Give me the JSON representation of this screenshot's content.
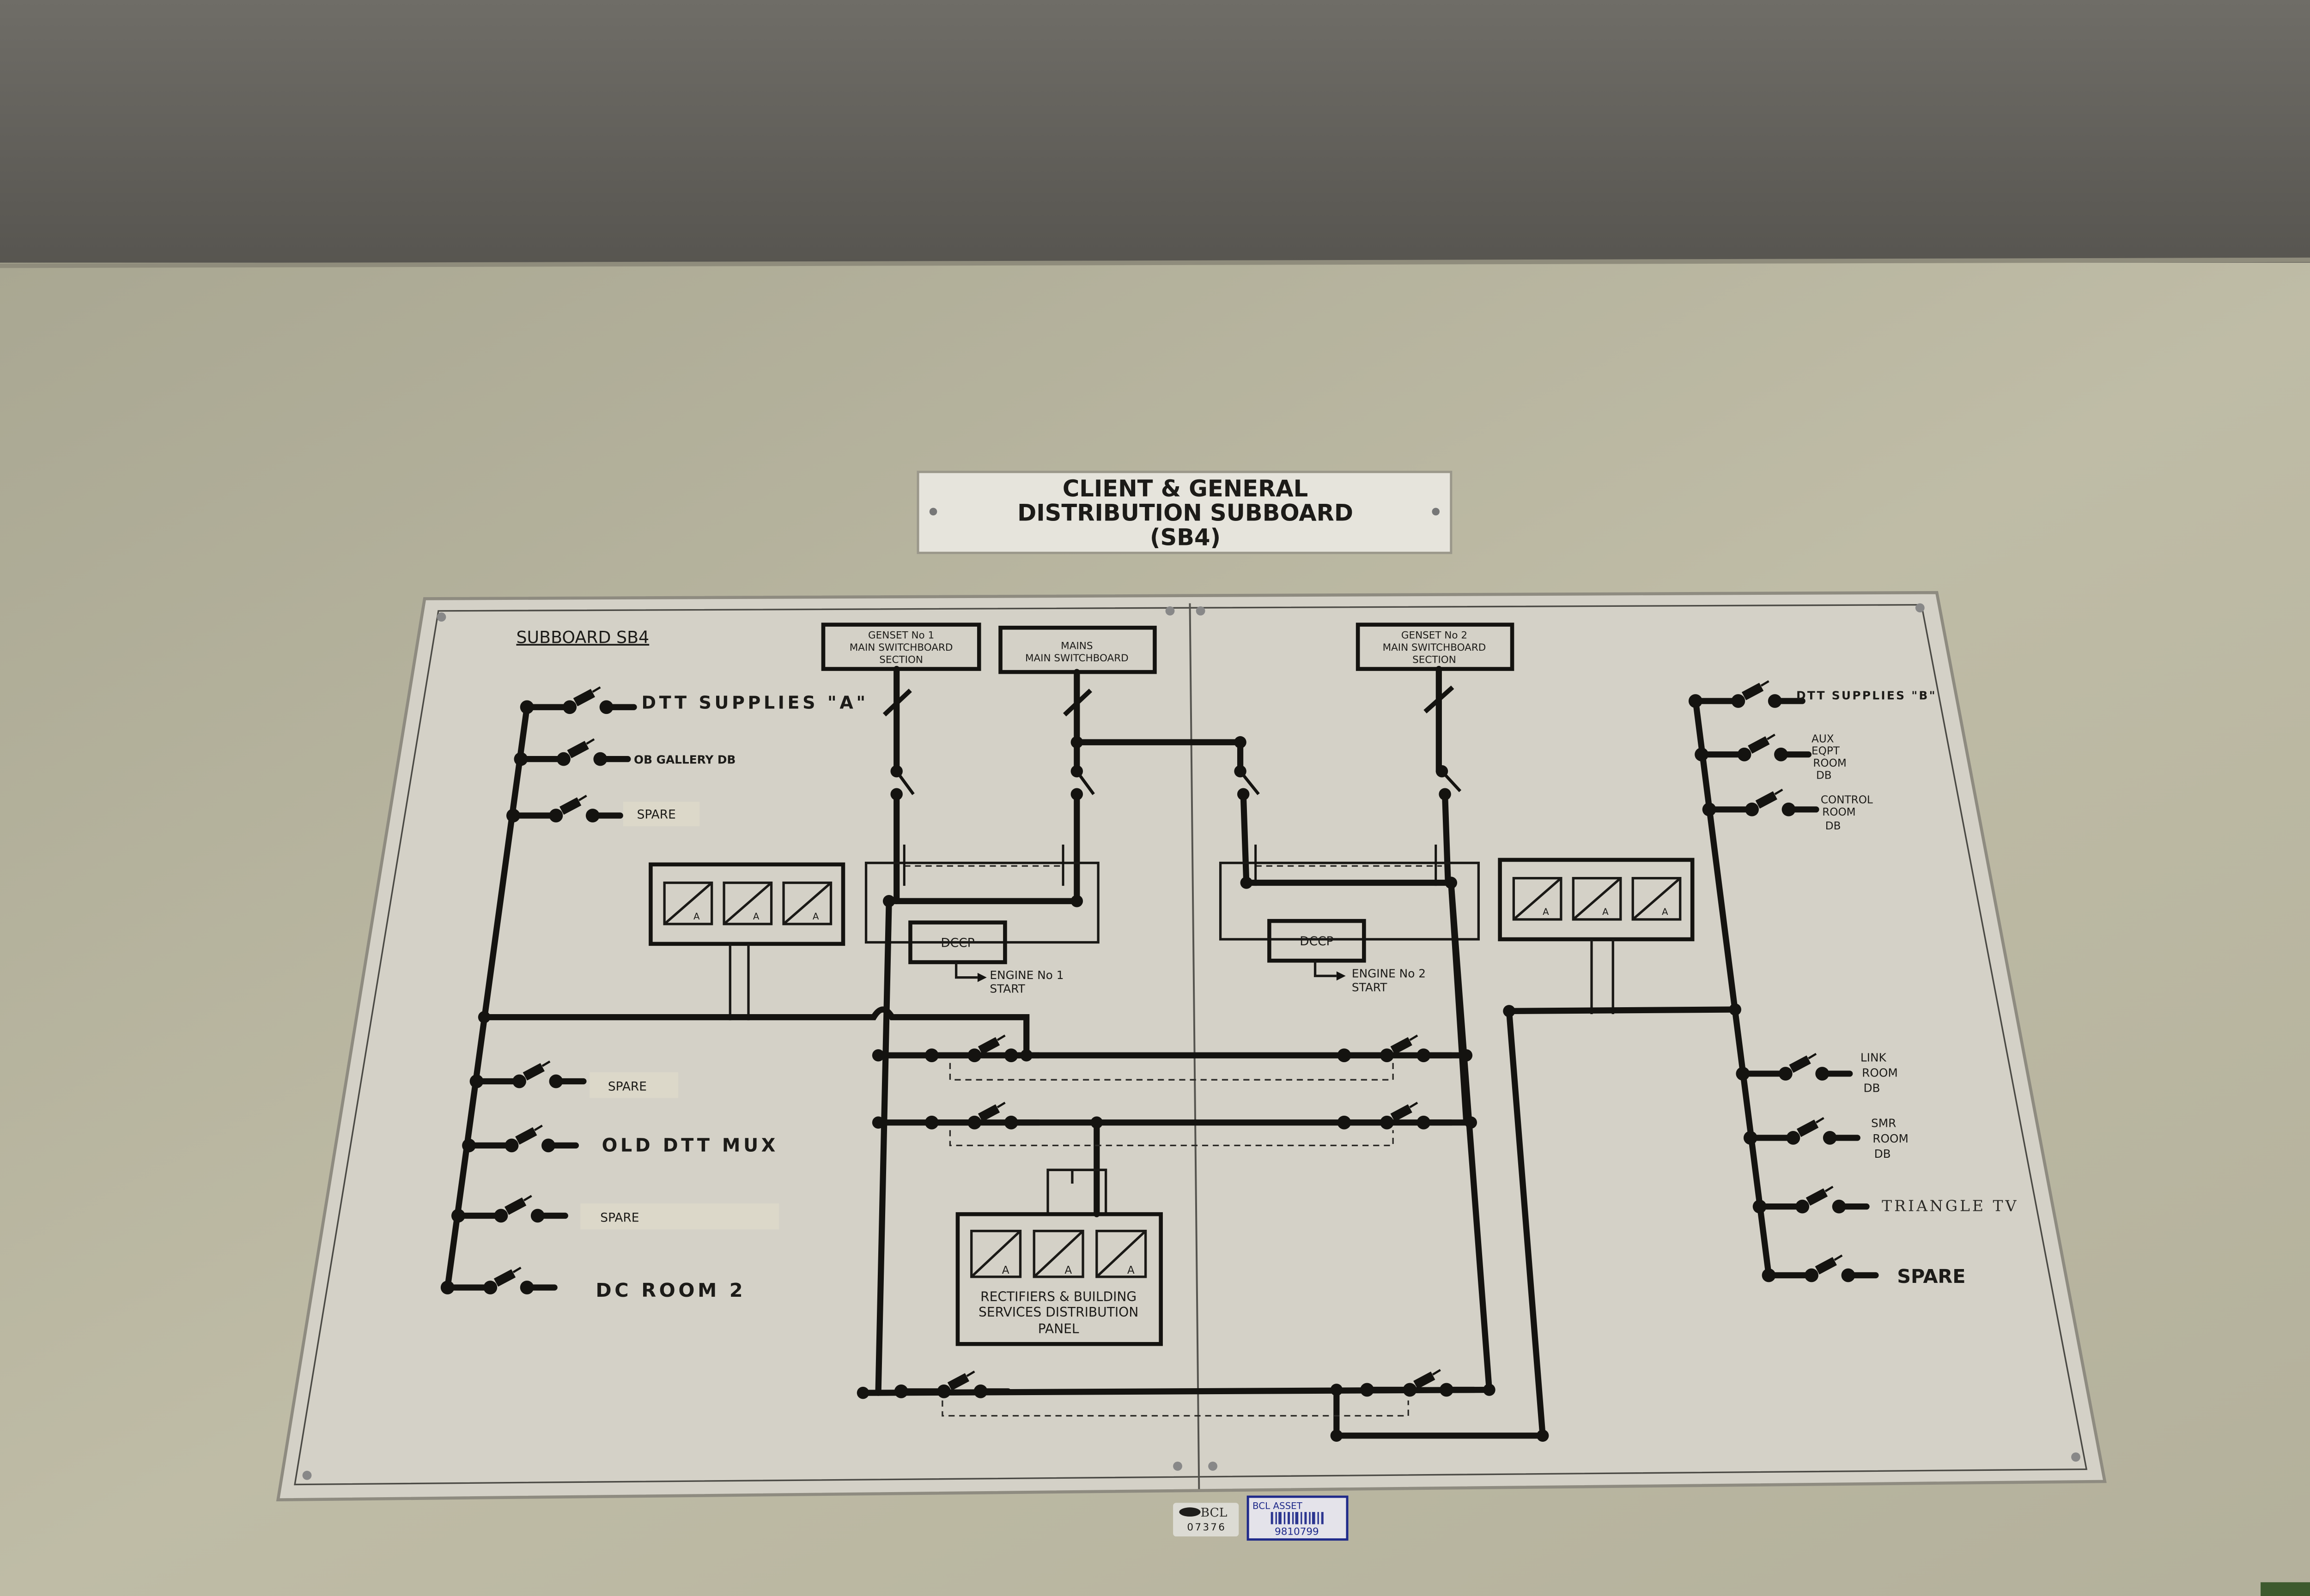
{
  "plaque": {
    "line1": "CLIENT & GENERAL",
    "line2": "DISTRIBUTION SUBBOARD",
    "line3": "(SB4)"
  },
  "board": {
    "title": "SUBBOARD SB4",
    "sources": [
      {
        "lines": [
          "GENSET No 1",
          "MAIN SWITCHBOARD",
          "SECTION"
        ]
      },
      {
        "lines": [
          "MAINS",
          "MAIN SWITCHBOARD"
        ]
      },
      {
        "lines": [
          "GENSET No 2",
          "MAIN SWITCHBOARD",
          "SECTION"
        ]
      }
    ],
    "dccp": [
      "DCCP",
      "DCCP"
    ],
    "engine_start": [
      {
        "lines": [
          "ENGINE No 1",
          "START"
        ]
      },
      {
        "lines": [
          "ENGINE No 2",
          "START"
        ]
      }
    ],
    "meter_label": "A",
    "rectifier_panel": [
      "RECTIFIERS & BUILDING",
      "SERVICES DISTRIBUTION",
      "PANEL"
    ],
    "left_feeders": [
      "DTT SUPPLIES \"A\"",
      "OB GALLERY DB",
      "SPARE",
      "SPARE",
      "OLD DTT MUX",
      "SPARE",
      "DC ROOM 2"
    ],
    "right_feeders": [
      {
        "lines": [
          "DTT SUPPLIES \"B\""
        ]
      },
      {
        "lines": [
          "AUX",
          "EQPT",
          "ROOM",
          "DB"
        ]
      },
      {
        "lines": [
          "CONTROL",
          "ROOM",
          "DB"
        ]
      },
      {
        "lines": [
          "LINK",
          "ROOM",
          "DB"
        ]
      },
      {
        "lines": [
          "SMR",
          "ROOM",
          "DB"
        ]
      },
      {
        "lines": [
          "TRIANGLE TV"
        ]
      },
      {
        "lines": [
          "SPARE"
        ]
      }
    ]
  },
  "tags": {
    "bcl_logo": "BCL",
    "bcl_number": "07376",
    "asset_label": "BCL ASSET",
    "asset_number": "9810799"
  },
  "colors": {
    "wall": "#6b6963",
    "cabinet": "#bdb9a4",
    "board": "#d5d2c8",
    "ink": "#141310",
    "asset_blue": "#1f2a8a"
  }
}
